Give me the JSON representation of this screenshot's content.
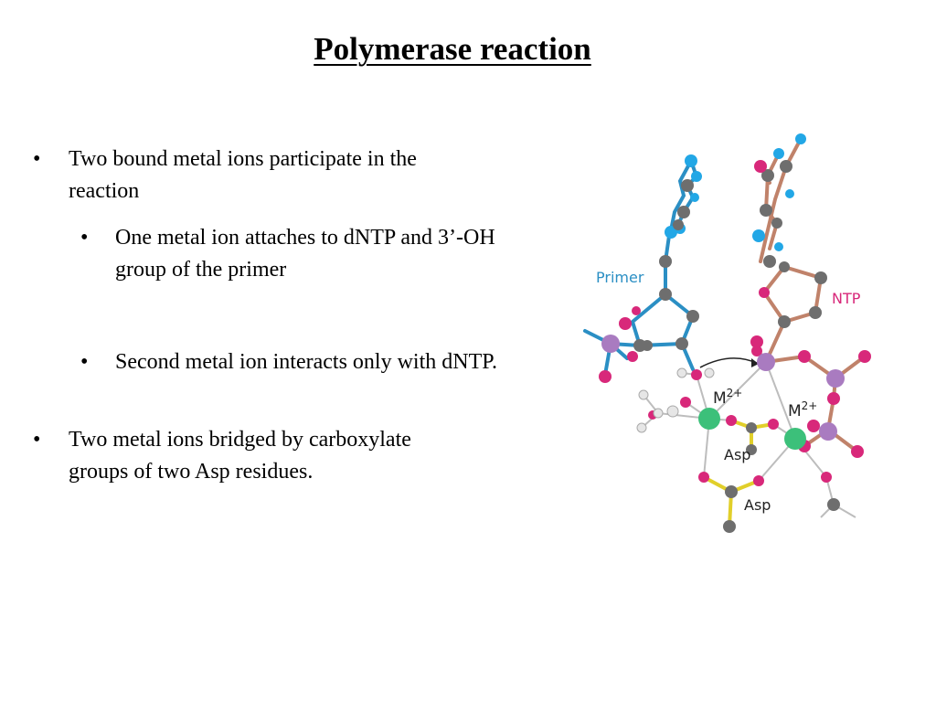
{
  "slide": {
    "title": "Polymerase reaction",
    "bullets": [
      {
        "level": 1,
        "text": "Two bound metal ions participate in the reaction"
      },
      {
        "level": 2,
        "text": "One metal ion attaches to dNTP and 3’-OH group of the primer"
      },
      {
        "level": 2,
        "text": "Second metal ion interacts only with dNTP."
      },
      {
        "level": 1,
        "text": "Two metal ions bridged by carboxylate groups of two Asp residues."
      }
    ]
  },
  "figure": {
    "labels": {
      "primer": "Primer",
      "ntp": "NTP",
      "metal": "M",
      "charge": "2+",
      "asp": "Asp"
    },
    "colors": {
      "primer_bond": "#2b8fc4",
      "ntp_bond": "#c0826a",
      "carbon": "#6e6e6e",
      "oxygen": "#d8287a",
      "nitrogen": "#22a7e6",
      "phosphorus": "#a97bc0",
      "metal": "#3cc07a",
      "asp_bond": "#e1cf2a",
      "primer_label": "#2b8fc4",
      "ntp_label": "#d8287a",
      "coordination": "#bdbdbd"
    }
  }
}
